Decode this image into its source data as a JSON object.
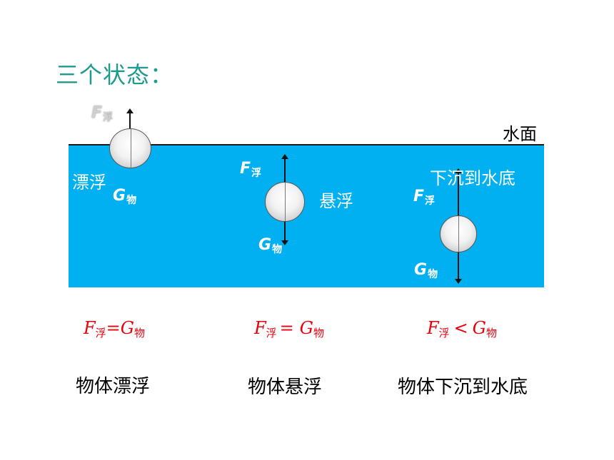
{
  "title": "三个状态：",
  "surface_label": "水面",
  "states": {
    "float": {
      "label": "漂浮",
      "f_main": "F",
      "f_sub": "浮",
      "g_main": "G",
      "g_sub": "物",
      "eq_f": "F",
      "eq_f_sub": "浮",
      "eq_op": "=",
      "eq_g": "G",
      "eq_g_sub": "物",
      "caption": "物体漂浮"
    },
    "suspend": {
      "label": "悬浮",
      "f_main": "F",
      "f_sub": "浮",
      "g_main": "G",
      "g_sub": "物",
      "eq_f": "F",
      "eq_f_sub": "浮",
      "eq_op": "=",
      "eq_g": "G",
      "eq_g_sub": "物",
      "caption": "物体悬浮"
    },
    "sink": {
      "label": "下沉到水底",
      "f_main": "F",
      "f_sub": "浮",
      "g_main": "G",
      "g_sub": "物",
      "eq_f": "F",
      "eq_f_sub": "浮",
      "eq_op": "<",
      "eq_g": "G",
      "eq_g_sub": "物",
      "caption": "物体下沉到水底"
    }
  },
  "colors": {
    "title": "#1f9a8f",
    "water": "#00b0f0",
    "equation": "#e8000b"
  }
}
